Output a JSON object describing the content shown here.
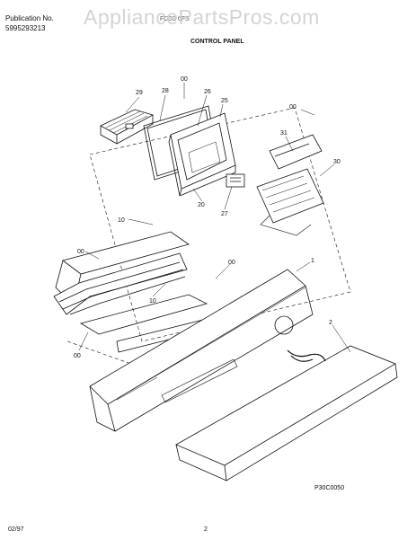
{
  "header": {
    "publication_label": "Publication No.",
    "publication_number": "5995293213",
    "model": "FDB3 6FS",
    "watermark": "AppliancePartsPros.com",
    "section_title": "CONTROL PANEL"
  },
  "footer": {
    "date": "02/97",
    "page": "2",
    "figure_code": "P30C0050"
  },
  "callouts": [
    "29",
    "28",
    "00",
    "26",
    "25",
    "00",
    "31",
    "30",
    "20",
    "27",
    "10",
    "00",
    "00",
    "1",
    "10",
    "00",
    "2"
  ]
}
